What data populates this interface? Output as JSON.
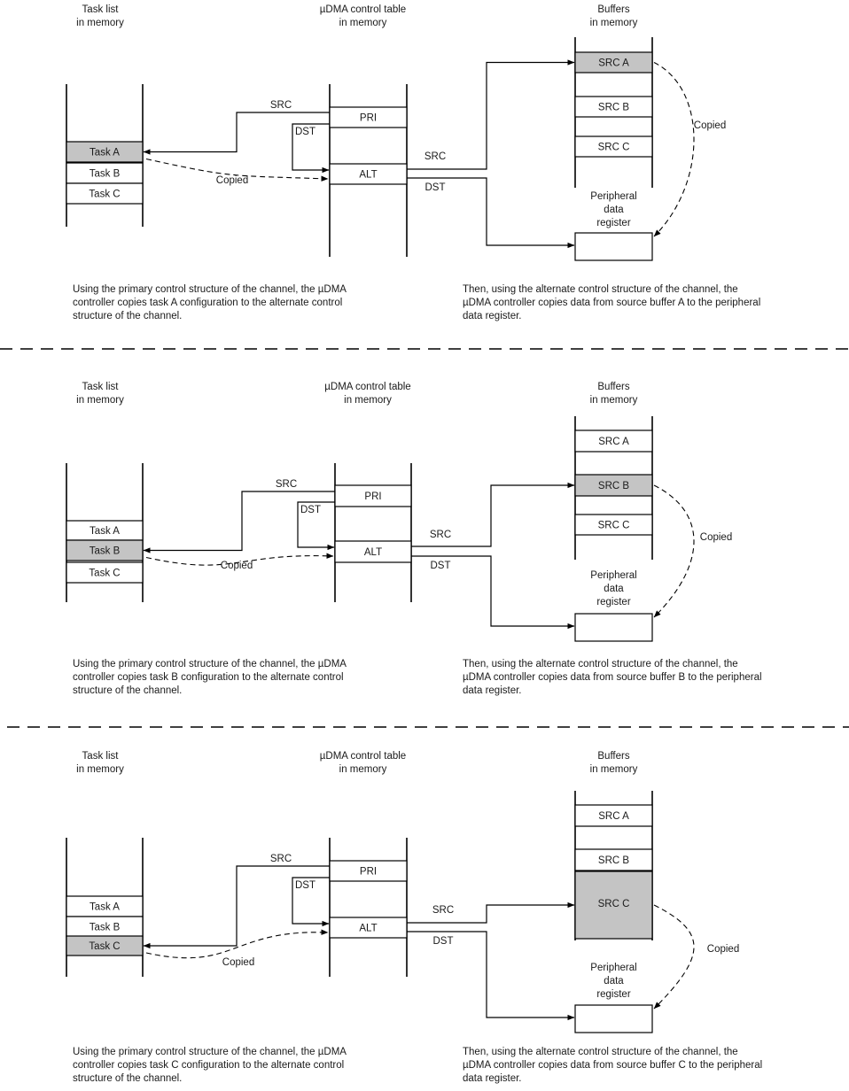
{
  "headers": {
    "task_list": [
      "Task list",
      "in memory"
    ],
    "control_table": [
      "µDMA control table",
      "in memory"
    ],
    "buffers": [
      "Buffers",
      "in memory"
    ]
  },
  "labels": {
    "pri": "PRI",
    "alt": "ALT",
    "src": "SRC",
    "dst": "DST",
    "copied": "Copied",
    "peripheral": [
      "Peripheral",
      "data",
      "register"
    ]
  },
  "tasks": [
    "Task A",
    "Task B",
    "Task C"
  ],
  "buffers": [
    "SRC A",
    "SRC B",
    "SRC C"
  ],
  "colors": {
    "highlight": "#c4c4c4",
    "line": "#000000",
    "text": "#1a1a1a"
  },
  "panels": [
    {
      "highlighted_index": 0,
      "left_caption": [
        "Using the primary control structure of the channel, the µDMA",
        "controller copies task A configuration to the alternate control",
        "structure of the channel."
      ],
      "right_caption": [
        "Then, using the alternate control structure of the channel, the",
        "µDMA controller copies data from source buffer A to the peripheral",
        "data register."
      ]
    },
    {
      "highlighted_index": 1,
      "left_caption": [
        "Using the primary control structure of the channel, the µDMA",
        "controller copies task B configuration to the alternate control",
        "structure of the channel."
      ],
      "right_caption": [
        "Then, using the alternate control structure of the channel, the",
        "µDMA controller copies data from source buffer B to the peripheral",
        "data register."
      ]
    },
    {
      "highlighted_index": 2,
      "left_caption": [
        "Using the primary control structure of the channel, the µDMA",
        "controller copies task C configuration to the alternate control",
        "structure of the channel."
      ],
      "right_caption": [
        "Then, using the alternate control structure of the channel, the",
        "µDMA controller copies data from source buffer C to the peripheral",
        "data register."
      ]
    }
  ]
}
